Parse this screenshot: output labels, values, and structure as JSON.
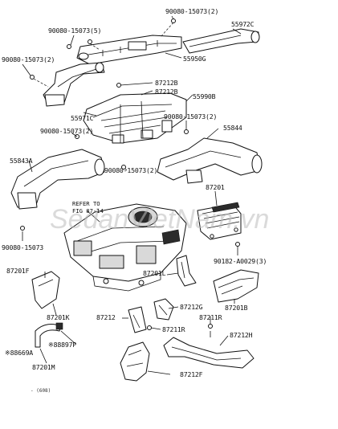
{
  "labels": {
    "p_90080_15073_2_top": "90080-15073(2)",
    "p_90080_15073_5": "90080-15073(5)",
    "p_55972C": "55972C",
    "p_90080_15073_2_left": "90080-15073(2)",
    "p_55950G": "55950G",
    "p_87212B_a": "87212B",
    "p_87212B_b": "87212B",
    "p_55990B": "55990B",
    "p_55971C": "55971C",
    "p_90080_15073_2_mid": "90080-15073(2)",
    "p_90080_15073_2_right": "90080-15073(2)",
    "p_55844": "55844",
    "p_55843A": "55843A",
    "p_90080_15073_2_low": "90080-15073(2)",
    "p_87201": "87201",
    "p_90080_15073": "90080-15073",
    "p_90182_A0029_3": "90182-A0029(3)",
    "p_87201F": "87201F",
    "p_87201L": "87201L",
    "p_87201B": "87201B",
    "p_87212G": "87212G",
    "p_87212": "87212",
    "p_87201K": "87201K",
    "p_87211R_a": "87211R",
    "p_87211R_b": "87211R",
    "p_88669A": "※88669A",
    "p_88897P": "※88897P",
    "p_87212H": "87212H",
    "p_87201M": "87201M",
    "p_87212F": "87212F"
  },
  "refer_to": "REFER TO",
  "fig_ref": "FIG 87-14",
  "watermark": "SedanVietNam.vn",
  "footer": "- (608)"
}
